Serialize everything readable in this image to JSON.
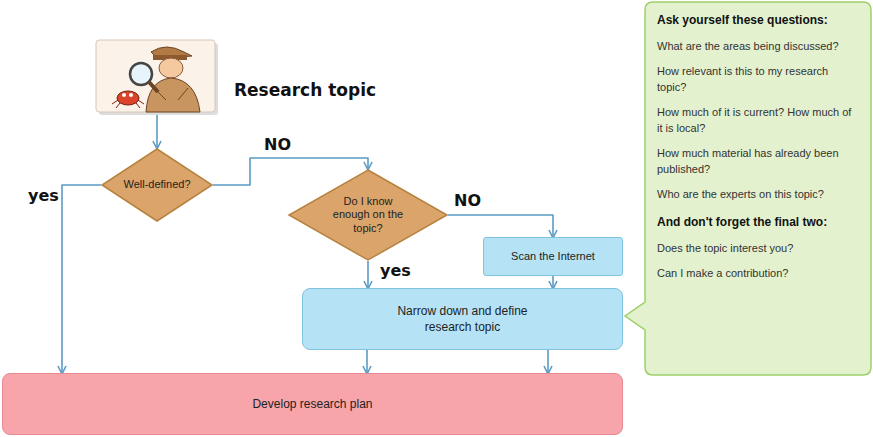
{
  "diagram": {
    "nodes": [
      {
        "text": [
          "Research topic"
        ]
      },
      {
        "text": [
          "Well-defined?"
        ]
      },
      {
        "text": [
          "Do I know enough on the topic?"
        ]
      },
      {
        "text": [
          "Scan the Internet"
        ]
      },
      {
        "text": [
          "Narrow down and define research topic"
        ]
      },
      {
        "text": [
          "Develop research plan"
        ]
      },
      {
        "text": [
          "Ask yourself these questions:",
          "What are the areas being discussed?",
          "How relevant is this to my research topic?",
          "How much of it is current? How much of it is local?",
          "How much material has already been published?",
          "Who are the experts on this topic?",
          "And don't forget the final two:",
          "Does the topic interest you?",
          "Can I make a contribution?"
        ]
      }
    ],
    "edges": [
      {
        "from": 0,
        "to": 1,
        "arrow": "to"
      },
      {
        "from": 1,
        "to": 5,
        "label": "yes",
        "arrow": "to"
      },
      {
        "from": 1,
        "to": 2,
        "label": "NO",
        "arrow": "to"
      },
      {
        "from": 2,
        "to": 3,
        "label": "NO",
        "arrow": "to"
      },
      {
        "from": 2,
        "to": 4,
        "label": "yes",
        "arrow": "to"
      },
      {
        "from": 3,
        "to": 4,
        "arrow": "to"
      },
      {
        "from": 4,
        "to": 5,
        "arrow": "to"
      },
      {
        "from": 4,
        "to": 5,
        "arrow": "to"
      }
    ]
  }
}
